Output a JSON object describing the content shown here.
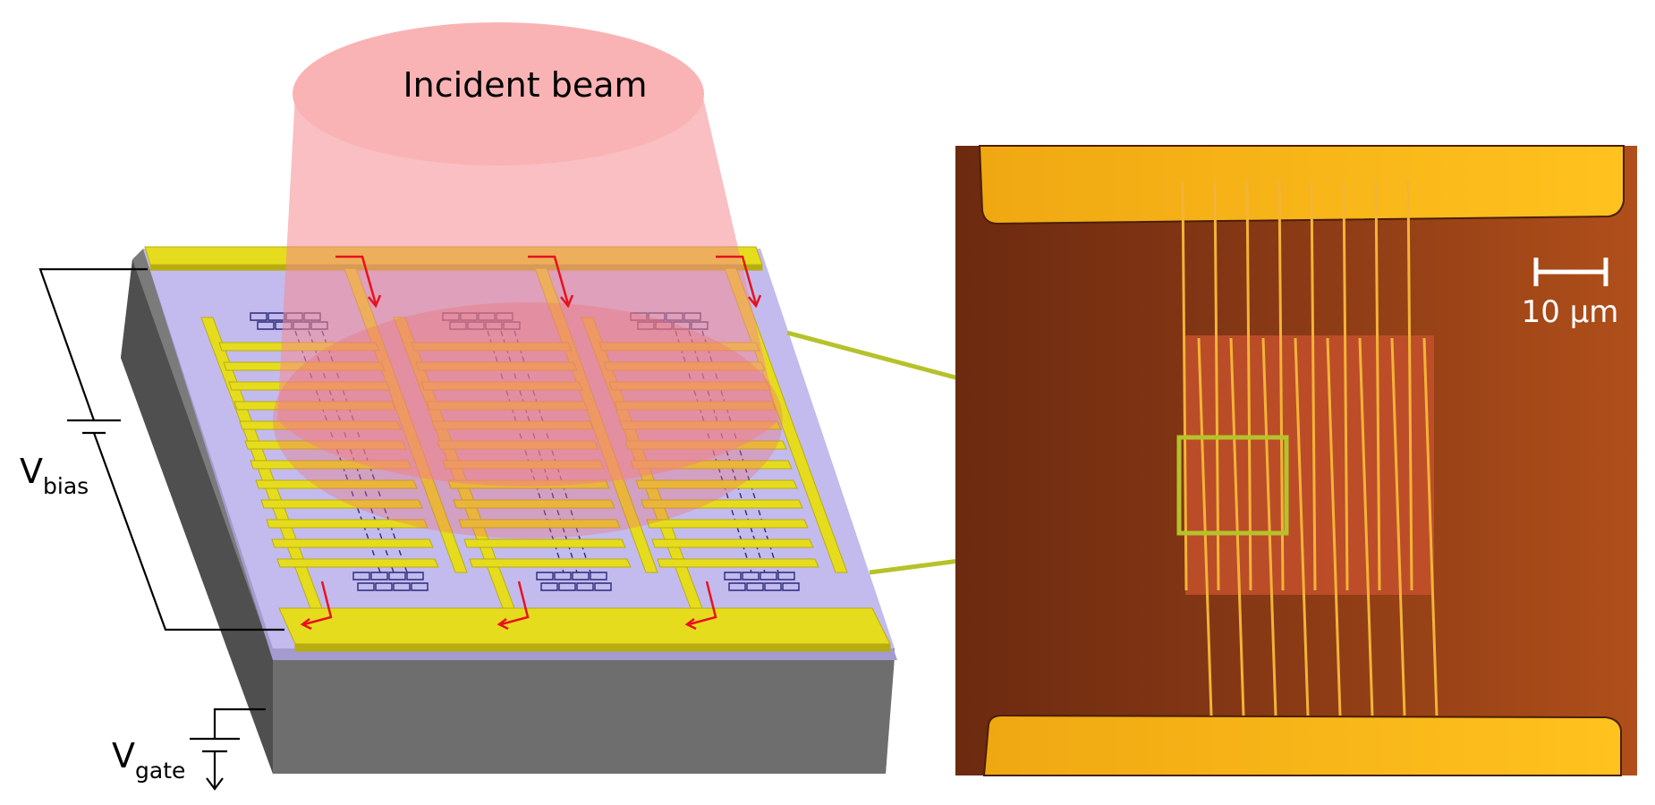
{
  "diagram": {
    "beam_label": "Incident beam",
    "bias_main": "V",
    "bias_sub": "bias",
    "gate_main": "V",
    "gate_sub": "gate",
    "scale_bar": "10 µm"
  },
  "colors": {
    "substrate": "#6b6b6b",
    "oxide": "#bfb6ea",
    "electrode": "#e6dc1e",
    "beam": "#f7a3a6",
    "current_arrow": "#e8121b",
    "callout": "#b5c22a",
    "micrograph_bg": "#7a2e12",
    "micrograph_pad": "#f5b218"
  }
}
